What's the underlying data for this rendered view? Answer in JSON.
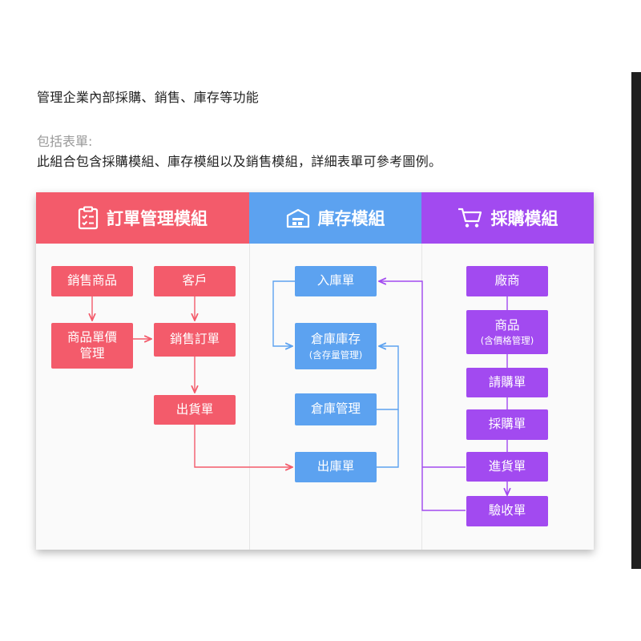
{
  "intro": "管理企業內部採購、銷售、庫存等功能",
  "forms_label": "包括表單:",
  "forms_desc": "此組合包含採購模組、庫存模組以及銷售模組，詳細表單可參考圖例。",
  "columns": {
    "order": {
      "title": "訂單管理模組",
      "icon": "clipboard-checklist-icon",
      "color": "#f35b6b"
    },
    "inventory": {
      "title": "庫存模組",
      "icon": "warehouse-icon",
      "color": "#5ca2f0"
    },
    "purchase": {
      "title": "採購模組",
      "icon": "shopping-cart-icon",
      "color": "#a24af0"
    }
  },
  "nodes": {
    "sales_product": "銷售商品",
    "customer": "客戶",
    "unit_price": {
      "line1": "商品單價",
      "line2": "管理"
    },
    "sales_order": "銷售訂單",
    "shipment": "出貨單",
    "stock_in": "入庫單",
    "warehouse_stock": {
      "line1": "倉庫庫存",
      "sub": "(含存量管理)"
    },
    "warehouse_mgmt": "倉庫管理",
    "stock_out": "出庫單",
    "vendor": "廠商",
    "product": {
      "line1": "商品",
      "sub": "(含價格管理)"
    },
    "requisition": "請購單",
    "purchase_order": "採購單",
    "goods_receipt": "進貨單",
    "acceptance": "驗收單"
  }
}
